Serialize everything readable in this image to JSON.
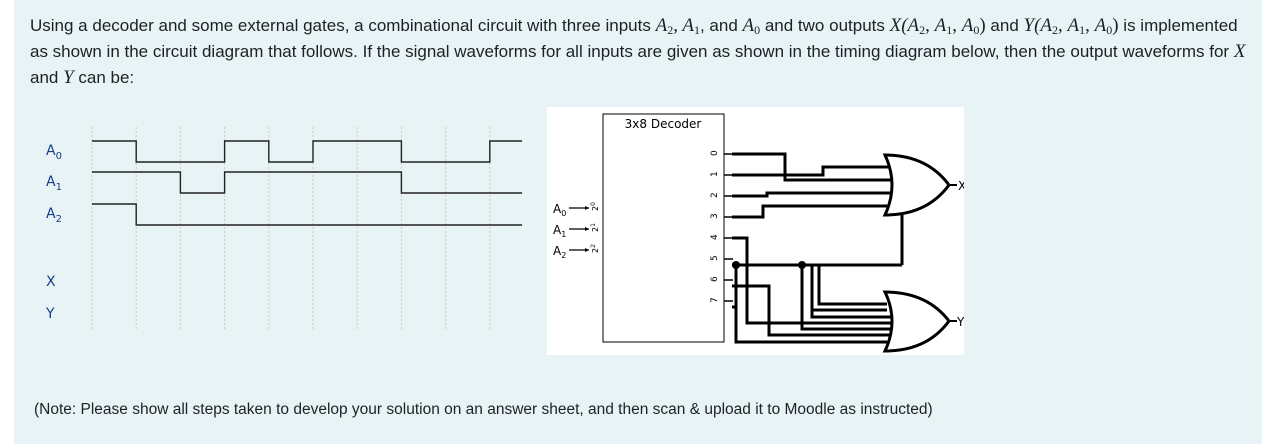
{
  "question": {
    "part1": "Using a decoder and some external gates, a combinational circuit with three inputs ",
    "in2": "A",
    "in2_sub": "2",
    "in1": "A",
    "in1_sub": "1",
    "and_text": ", and ",
    "in0": "A",
    "in0_sub": "0",
    "part2": " and two outputs ",
    "out_x": "X(A",
    "out_y": "Y(A",
    "part3": " is implemented as shown in the circuit diagram that follows. If the signal waveforms for all inputs are given as shown in the timing diagram below, then the output waveforms for ",
    "x": "X",
    "and2": " and ",
    "y": "Y",
    "part4": " can be:"
  },
  "timing_diagram": {
    "signals": [
      {
        "label": "A",
        "sub": "0",
        "levels": [
          1,
          0,
          0,
          1,
          0,
          1,
          1,
          0,
          0,
          1
        ]
      },
      {
        "label": "A",
        "sub": "1",
        "levels": [
          1,
          1,
          0,
          1,
          1,
          1,
          1,
          0,
          0,
          0
        ]
      },
      {
        "label": "A",
        "sub": "2",
        "levels": [
          1,
          0,
          0,
          0,
          0,
          0,
          0,
          0,
          0,
          0
        ]
      },
      {
        "label": "X",
        "sub": "",
        "levels": []
      },
      {
        "label": "Y",
        "sub": "",
        "levels": []
      }
    ]
  },
  "circuit": {
    "decoder_title": "3x8 Decoder",
    "inputs": [
      {
        "label": "A",
        "sub": "0",
        "weight": "2",
        "exp": "0"
      },
      {
        "label": "A",
        "sub": "1",
        "weight": "2",
        "exp": "1"
      },
      {
        "label": "A",
        "sub": "2",
        "weight": "2",
        "exp": "2"
      }
    ],
    "outputs": [
      "0",
      "1",
      "2",
      "3",
      "4",
      "5",
      "6",
      "7"
    ],
    "gate_x": "X",
    "gate_y": "Y"
  },
  "note": "(Note: Please show all steps taken to develop your solution on an answer sheet, and then scan & upload it to Moodle as instructed)",
  "colors": {
    "panel": "#e7f3f5",
    "text": "#1d2125",
    "grid": "#c8c8c8"
  }
}
